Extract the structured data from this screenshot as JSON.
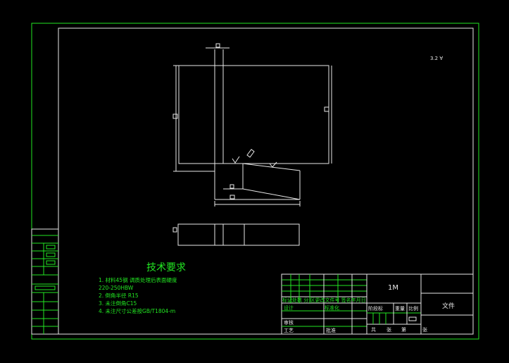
{
  "drawing": {
    "roughness_symbol": "3.2 ∀",
    "tech_requirements": {
      "title": "技术要求",
      "items": [
        "1. 材料45钢  调质处理后表面硬度",
        "220-250HBW",
        "2. 倒角半径 R15",
        "3. 未注倒角C15",
        "4. 未注尺寸公差按GB/T1804-m"
      ]
    }
  },
  "title_block": {
    "part_name": "1M",
    "material": "文件",
    "row_labels": {
      "r1": "标记处数 分 区更改文件号 签名年月日",
      "designer": "设计",
      "standard": "标准化",
      "stage": "阶段标",
      "weight": "重量",
      "scale": "比例",
      "review": "审核",
      "process": "工艺",
      "approve": "批准",
      "sheets": "共",
      "sheet_label": "张",
      "sheet_no": "第",
      "sheet_label2": "张"
    }
  }
}
